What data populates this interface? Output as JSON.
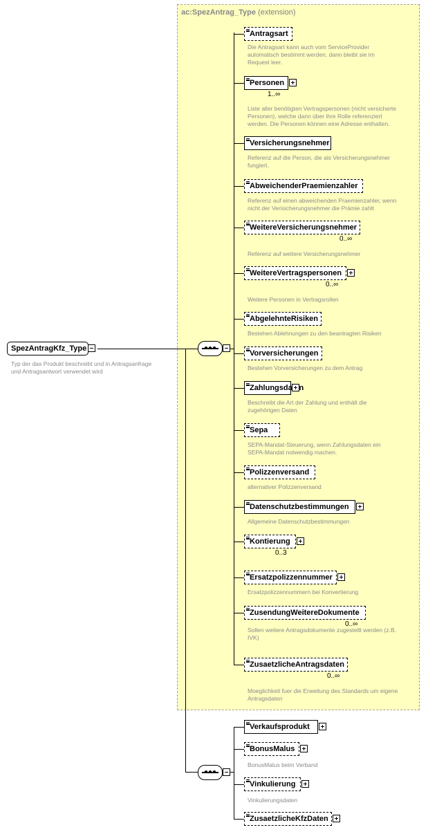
{
  "root": {
    "name": "SpezAntragKfz_Type",
    "description_lines": [
      "Typ der das Produkt beschreibt und in Antragsanfrage",
      "und Antragsantwort verwendet wird"
    ]
  },
  "extension": {
    "type_name": "ac:SpezAntrag_Type",
    "kind": "(extension)"
  },
  "elements": [
    {
      "name": "Antragsart",
      "optional": true,
      "expandable": false,
      "card": "",
      "desc": [
        "Die Antragsart kann auch vom ServiceProvider",
        "automatisch bestimmt werden, dann bleibt sie im",
        "Request leer."
      ]
    },
    {
      "name": "Personen",
      "optional": false,
      "expandable": true,
      "card": "1..∞",
      "desc": [
        "Liste aller benötigten Vertragspersonen (nicht versicherte",
        "Personen), welche dann über ihre Rolle referenziert",
        "werden. Die Personen können eine Adresse enthalten."
      ]
    },
    {
      "name": "Versicherungsnehmer",
      "optional": false,
      "expandable": false,
      "card": "",
      "desc": [
        "Referenz auf die Person, die als Versicherungsnehmer",
        "fungiert."
      ]
    },
    {
      "name": "AbweichenderPraemienzahler",
      "optional": true,
      "expandable": false,
      "card": "",
      "desc": [
        "Referenz auf einen abweichenden Praemienzahler, wenn",
        "nicht der Verisicherungsnehmer die Prämie zahlt"
      ]
    },
    {
      "name": "WeitereVersicherungsnehmer",
      "optional": true,
      "expandable": false,
      "card": "0..∞",
      "desc": [
        "Referenz auf weitere Versicherungsnehmer"
      ]
    },
    {
      "name": "WeitereVertragspersonen",
      "optional": true,
      "expandable": true,
      "card": "0..∞",
      "desc": [
        "Weitere Personen in Vertragsrollen"
      ]
    },
    {
      "name": "AbgelehnteRisiken",
      "optional": true,
      "expandable": false,
      "card": "",
      "desc": [
        "Bestehen Ablehnungen zu den beantragten Risiken"
      ]
    },
    {
      "name": "Vorversicherungen",
      "optional": true,
      "expandable": false,
      "card": "",
      "desc": [
        "Bestehen Vorversicherungen zu dem Antrag"
      ]
    },
    {
      "name": "Zahlungsdaten",
      "optional": false,
      "expandable": true,
      "card": "",
      "desc": [
        "Beschreibt die Art der Zahlung und enthält die",
        "zugehörigen Daten"
      ]
    },
    {
      "name": "Sepa",
      "optional": true,
      "expandable": false,
      "card": "",
      "desc": [
        "SEPA-Mandat-Steuerung, wenn Zahlungsdaten ein",
        "SEPA-Mandat notwendig machen."
      ]
    },
    {
      "name": "Polizzenversand",
      "optional": true,
      "expandable": false,
      "card": "",
      "desc": [
        "alternativer Polizzenversand"
      ]
    },
    {
      "name": "Datenschutzbestimmungen",
      "optional": false,
      "expandable": true,
      "card": "",
      "desc": [
        "Allgemeine Datenschutzbestimmungen"
      ]
    },
    {
      "name": "Kontierung",
      "optional": true,
      "expandable": true,
      "card": "0..3",
      "desc": []
    },
    {
      "name": "Ersatzpolizzennummer",
      "optional": true,
      "expandable": true,
      "card": "",
      "desc": [
        "Ersatzpolizzennummern bei Konvertierung"
      ]
    },
    {
      "name": "ZusendungWeitereDokumente",
      "optional": true,
      "expandable": false,
      "card": "0..∞",
      "desc": [
        "Sollen weitere Antragsdokumente zugestellt werden (z.B.",
        "IVK)"
      ]
    },
    {
      "name": "ZusaetzlicheAntragsdaten",
      "optional": true,
      "expandable": false,
      "card": "0..∞",
      "desc": [
        "Moeglichkeit fuer die Erweitung des Standards um eigene",
        "Antragsdaten"
      ]
    }
  ],
  "elements2": [
    {
      "name": "Verkaufsprodukt",
      "optional": false,
      "expandable": true,
      "card": "",
      "desc": []
    },
    {
      "name": "BonusMalus",
      "optional": true,
      "expandable": true,
      "card": "",
      "desc": [
        "BonusMalus beim Verband"
      ]
    },
    {
      "name": "Vinkulierung",
      "optional": true,
      "expandable": true,
      "card": "",
      "desc": [
        "Vinkulierungsdaten"
      ]
    },
    {
      "name": "ZusaetzlicheKfzDaten",
      "optional": true,
      "expandable": true,
      "card": "",
      "desc": []
    }
  ],
  "colors": {
    "extension_bg": "#ffffc0",
    "desc_text": "#8a8a8a"
  },
  "icons": [
    "element-icon",
    "expand-plus-icon",
    "collapse-minus-icon",
    "sequence-compositor-icon"
  ]
}
